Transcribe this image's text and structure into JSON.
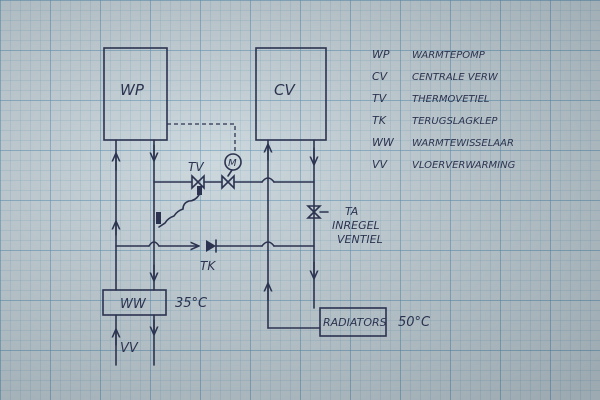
{
  "ink_color": "#2c3350",
  "blocks": {
    "wp": "WP",
    "cv": "CV",
    "ww": "WW",
    "ww_temp": "35°C",
    "radiators": "RADIATORS",
    "radiators_temp": "50°C",
    "vv_bottom": "VV"
  },
  "components": {
    "tv": "TV",
    "tk": "TK",
    "pump": "M",
    "ta_line1": "TA",
    "ta_line2": "INREGEL",
    "ta_line3": "VENTIEL"
  },
  "legend": [
    {
      "code": "WP",
      "desc": "WARMTEPOMP"
    },
    {
      "code": "CV",
      "desc": "CENTRALE VERW"
    },
    {
      "code": "TV",
      "desc": "THERMOVETIEL"
    },
    {
      "code": "TK",
      "desc": "TERUGSLAGKLEP"
    },
    {
      "code": "WW",
      "desc": "WARMTEWISSELAAR"
    },
    {
      "code": "VV",
      "desc": "VLOERVERWARMING"
    }
  ]
}
